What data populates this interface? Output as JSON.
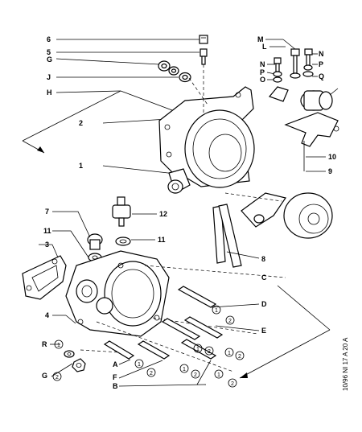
{
  "diagram": {
    "labels": {
      "l6": "6",
      "l5": "5",
      "lG_top": "G",
      "lJ": "J",
      "lH": "H",
      "l2": "2",
      "l1": "1",
      "lM": "M",
      "lL": "L",
      "lN1": "N",
      "lN2": "N",
      "lP1": "P",
      "lP2": "P",
      "lO": "O",
      "lQ": "Q",
      "l10": "10",
      "l9": "9",
      "l7": "7",
      "l12": "12",
      "l11a": "11",
      "l11b": "11",
      "l3": "3",
      "l8": "8",
      "lC": "C",
      "lD": "D",
      "l4": "4",
      "lE": "E",
      "lR": "R",
      "lG_bot": "G",
      "lA": "A",
      "lF": "F",
      "lB": "B"
    },
    "refs": {
      "d1": "1",
      "d2": "2",
      "e1": "1",
      "e2": "2",
      "e3": "1",
      "e4": "2",
      "r1": "1",
      "g2": "2",
      "a1": "1",
      "a2": "2",
      "f1": "1",
      "f2": "2",
      "b1": "1",
      "b2": "2"
    },
    "code": "10/96 NI 17 A 20 A"
  }
}
